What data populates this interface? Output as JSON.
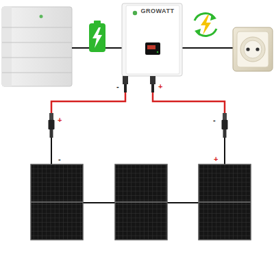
{
  "diagram": {
    "nodes": [
      {
        "text": [
          "GROWATT"
        ]
      }
    ],
    "labels": [
      "-",
      "+",
      "+",
      "-",
      "-",
      "+"
    ]
  }
}
